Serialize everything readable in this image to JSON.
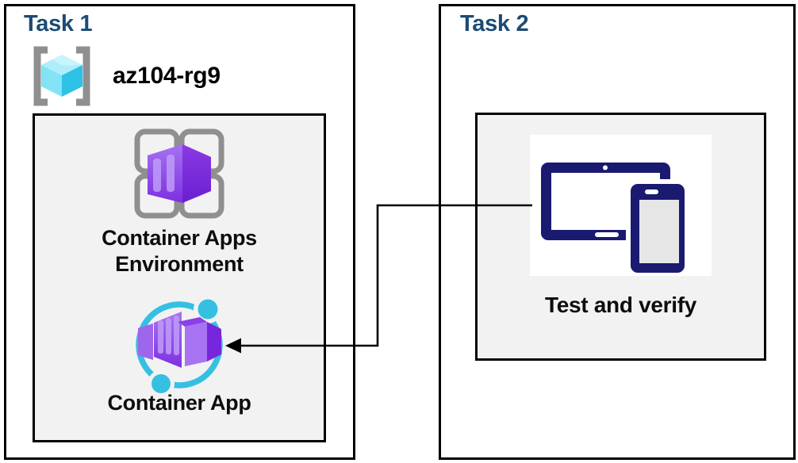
{
  "task1": {
    "title": "Task 1",
    "resource_group": {
      "name": "az104-rg9",
      "icon": "resource-group-icon"
    },
    "nodes": [
      {
        "label": "Container Apps Environment",
        "icon": "container-apps-environment-icon"
      },
      {
        "label": "Container App",
        "icon": "container-app-icon"
      }
    ]
  },
  "task2": {
    "title": "Task 2",
    "node": {
      "label": "Test and verify",
      "icon": "tablet-phone-icon"
    }
  },
  "connector": {
    "type": "elbow-arrow",
    "from": "test-and-verify-node",
    "to": "container-app-node"
  },
  "colors": {
    "heading_blue": "#1C4B74",
    "label_black": "#0d0d0d",
    "panel_gray": "#F2F2F2",
    "border_black": "#000000",
    "azure_purple_light": "#A572F1",
    "azure_purple_dark": "#7627DB",
    "azure_cyan": "#35C0E2",
    "resource_cube_cyan": "#2DC2E6",
    "bracket_gray": "#8F8F8F",
    "device_navy": "#1A1A70",
    "device_screen_gray": "#E6E6E6"
  }
}
